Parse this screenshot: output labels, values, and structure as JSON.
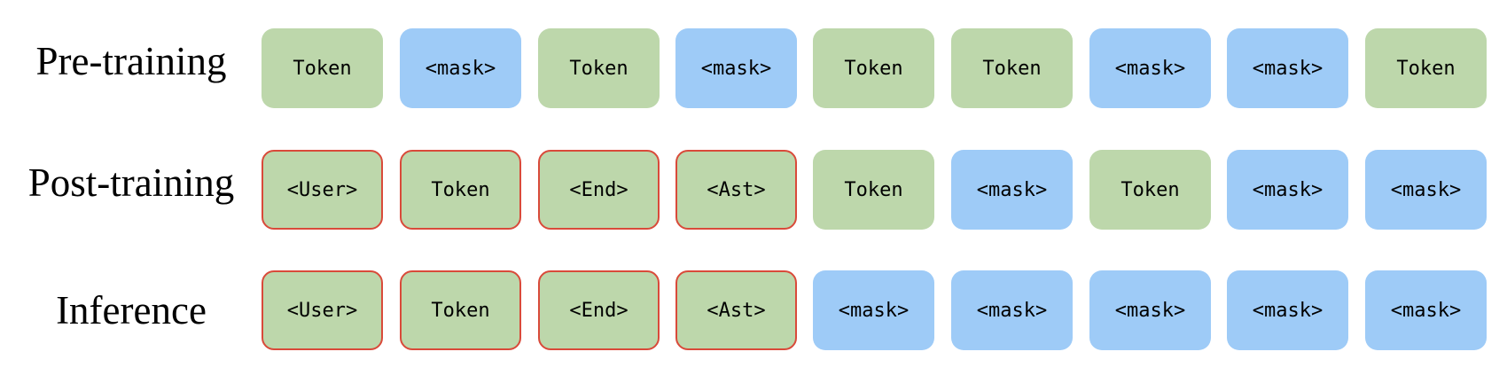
{
  "legend_colors": {
    "token": "#bdd7ab",
    "mask": "#9ecbf7",
    "prompt_border": "#d94a3a"
  },
  "rows": [
    {
      "label": "Pre-training",
      "cells": [
        {
          "text": "Token",
          "kind": "token",
          "prompt": false
        },
        {
          "text": "<mask>",
          "kind": "mask",
          "prompt": false
        },
        {
          "text": "Token",
          "kind": "token",
          "prompt": false
        },
        {
          "text": "<mask>",
          "kind": "mask",
          "prompt": false
        },
        {
          "text": "Token",
          "kind": "token",
          "prompt": false
        },
        {
          "text": "Token",
          "kind": "token",
          "prompt": false
        },
        {
          "text": "<mask>",
          "kind": "mask",
          "prompt": false
        },
        {
          "text": "<mask>",
          "kind": "mask",
          "prompt": false
        },
        {
          "text": "Token",
          "kind": "token",
          "prompt": false
        }
      ]
    },
    {
      "label": "Post-training",
      "cells": [
        {
          "text": "<User>",
          "kind": "token",
          "prompt": true
        },
        {
          "text": "Token",
          "kind": "token",
          "prompt": true
        },
        {
          "text": "<End>",
          "kind": "token",
          "prompt": true
        },
        {
          "text": "<Ast>",
          "kind": "token",
          "prompt": true
        },
        {
          "text": "Token",
          "kind": "token",
          "prompt": false
        },
        {
          "text": "<mask>",
          "kind": "mask",
          "prompt": false
        },
        {
          "text": "Token",
          "kind": "token",
          "prompt": false
        },
        {
          "text": "<mask>",
          "kind": "mask",
          "prompt": false
        },
        {
          "text": "<mask>",
          "kind": "mask",
          "prompt": false
        }
      ]
    },
    {
      "label": "Inference",
      "cells": [
        {
          "text": "<User>",
          "kind": "token",
          "prompt": true
        },
        {
          "text": "Token",
          "kind": "token",
          "prompt": true
        },
        {
          "text": "<End>",
          "kind": "token",
          "prompt": true
        },
        {
          "text": "<Ast>",
          "kind": "token",
          "prompt": true
        },
        {
          "text": "<mask>",
          "kind": "mask",
          "prompt": false
        },
        {
          "text": "<mask>",
          "kind": "mask",
          "prompt": false
        },
        {
          "text": "<mask>",
          "kind": "mask",
          "prompt": false
        },
        {
          "text": "<mask>",
          "kind": "mask",
          "prompt": false
        },
        {
          "text": "<mask>",
          "kind": "mask",
          "prompt": false
        }
      ]
    }
  ]
}
